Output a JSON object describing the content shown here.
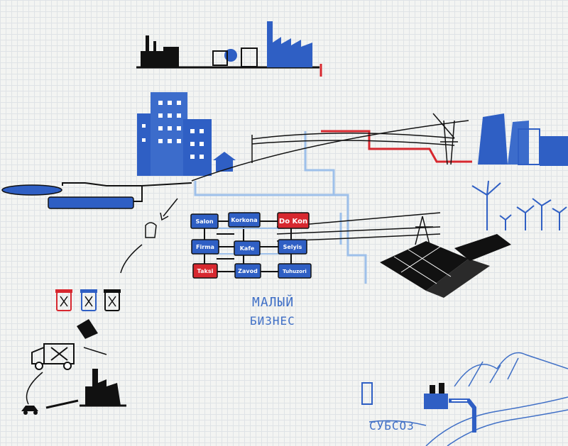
{
  "businesses": {
    "salon": "Salon",
    "korkona": "Korkona",
    "dokon": "Do Kon",
    "firma": "Firma",
    "kafe": "Kafe",
    "selyis": "Selyis",
    "taksi": "Taksi",
    "zavod": "Zavod",
    "tuhuzar": "Tuhuzori"
  },
  "labels": {
    "small_business_line1": "МАЛЫЙ",
    "small_business_line2": "БИЗНЕС",
    "subsoil": "СУБСОЗ"
  },
  "colors": {
    "blue": "#2f5fc4",
    "red": "#d7282f",
    "black": "#111111",
    "light_blue": "#9ec0ea"
  },
  "icons": {
    "trash": "trash-bin-icon",
    "truck": "garbage-truck-icon",
    "car": "car-icon"
  }
}
